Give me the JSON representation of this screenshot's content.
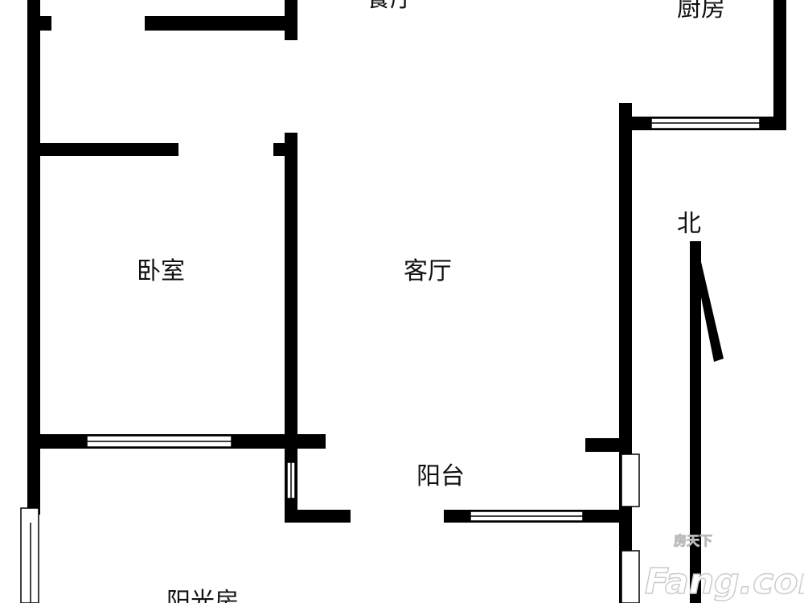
{
  "rooms": {
    "dining": "餐厅",
    "kitchen": "厨房",
    "bedroom": "卧室",
    "living": "客厅",
    "balcony": "阳台",
    "sunroom": "阳光房"
  },
  "compass": {
    "label": "北"
  },
  "watermark": {
    "brand_cn": "房天下",
    "brand_en": "Fang.com"
  },
  "colors": {
    "wall": "#000000",
    "window": "#ffffff",
    "background": "#ffffff"
  }
}
